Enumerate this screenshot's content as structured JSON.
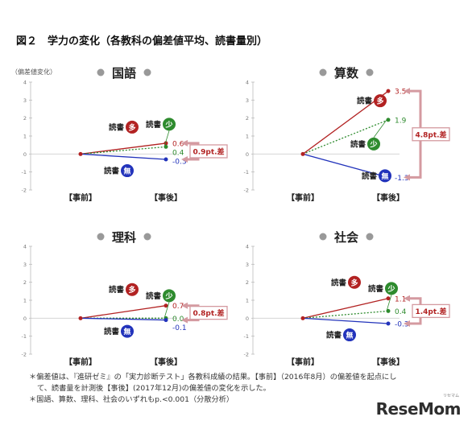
{
  "title": "図２　学力の変化（各教科の偏差値平均、読書量別）",
  "y_axis_label": "（偏差値変化）",
  "x_categories": [
    "【事前】",
    "【事後】"
  ],
  "group_labels": {
    "high": "多",
    "low": "少",
    "none": "無",
    "book": "読書"
  },
  "colors": {
    "high": "#b22222",
    "low": "#2e8b2e",
    "none": "#2233bb",
    "bracket": "#d49aa0",
    "gray": "#999999"
  },
  "chart_data": [
    {
      "type": "line",
      "title": "国語",
      "ylim": [
        -2,
        4
      ],
      "yticks": [
        "4",
        "3",
        "2",
        "1",
        "0",
        "-1",
        "-2"
      ],
      "x": [
        "事前",
        "事後"
      ],
      "series": [
        {
          "name": "読書 多",
          "values": [
            0,
            0.6
          ]
        },
        {
          "name": "読書 少",
          "values": [
            0,
            0.4
          ]
        },
        {
          "name": "読書 無",
          "values": [
            0,
            -0.3
          ]
        }
      ],
      "labels": [
        "0.6",
        "0.4",
        "-0.3"
      ],
      "diff_label": "0.9pt.差"
    },
    {
      "type": "line",
      "title": "算数",
      "ylim": [
        -2,
        4
      ],
      "yticks": [
        "4",
        "3",
        "2",
        "1",
        "0",
        "-1",
        "-2"
      ],
      "x": [
        "事前",
        "事後"
      ],
      "series": [
        {
          "name": "読書 多",
          "values": [
            0,
            3.5
          ]
        },
        {
          "name": "読書 少",
          "values": [
            0,
            1.9
          ]
        },
        {
          "name": "読書 無",
          "values": [
            0,
            -1.3
          ]
        }
      ],
      "labels": [
        "3.5",
        "1.9",
        "-1.3"
      ],
      "diff_label": "4.8pt.差"
    },
    {
      "type": "line",
      "title": "理科",
      "ylim": [
        -2,
        4
      ],
      "yticks": [
        "4",
        "3",
        "2",
        "1",
        "0",
        "-1",
        "-2"
      ],
      "x": [
        "事前",
        "事後"
      ],
      "series": [
        {
          "name": "読書 多",
          "values": [
            0,
            0.7
          ]
        },
        {
          "name": "読書 少",
          "values": [
            0,
            0.0
          ]
        },
        {
          "name": "読書 無",
          "values": [
            0,
            -0.1
          ]
        }
      ],
      "labels": [
        "0.7",
        "0.0",
        "-0.1"
      ],
      "diff_label": "0.8pt.差"
    },
    {
      "type": "line",
      "title": "社会",
      "ylim": [
        -2,
        4
      ],
      "yticks": [
        "4",
        "3",
        "2",
        "1",
        "0",
        "-1",
        "-2"
      ],
      "x": [
        "事前",
        "事後"
      ],
      "series": [
        {
          "name": "読書 多",
          "values": [
            0,
            1.1
          ]
        },
        {
          "name": "読書 少",
          "values": [
            0,
            0.4
          ]
        },
        {
          "name": "読書 無",
          "values": [
            0,
            -0.3
          ]
        }
      ],
      "labels": [
        "1.1",
        "0.4",
        "-0.3"
      ],
      "diff_label": "1.4pt.差"
    }
  ],
  "notes": [
    "＊偏差値は、『進研ゼミ』の「実力診断テスト」各教科成績の結果。【事前】（2016年8月）の偏差値を起点にし",
    "て、読書量を計測後【事後】(2017年12月)の偏差値の変化を示した。",
    "＊国語、算数、理科、社会のいずれもp.<0.001（分散分析）"
  ],
  "logo": {
    "text": "ReseMom",
    "sub": "リセマム"
  }
}
